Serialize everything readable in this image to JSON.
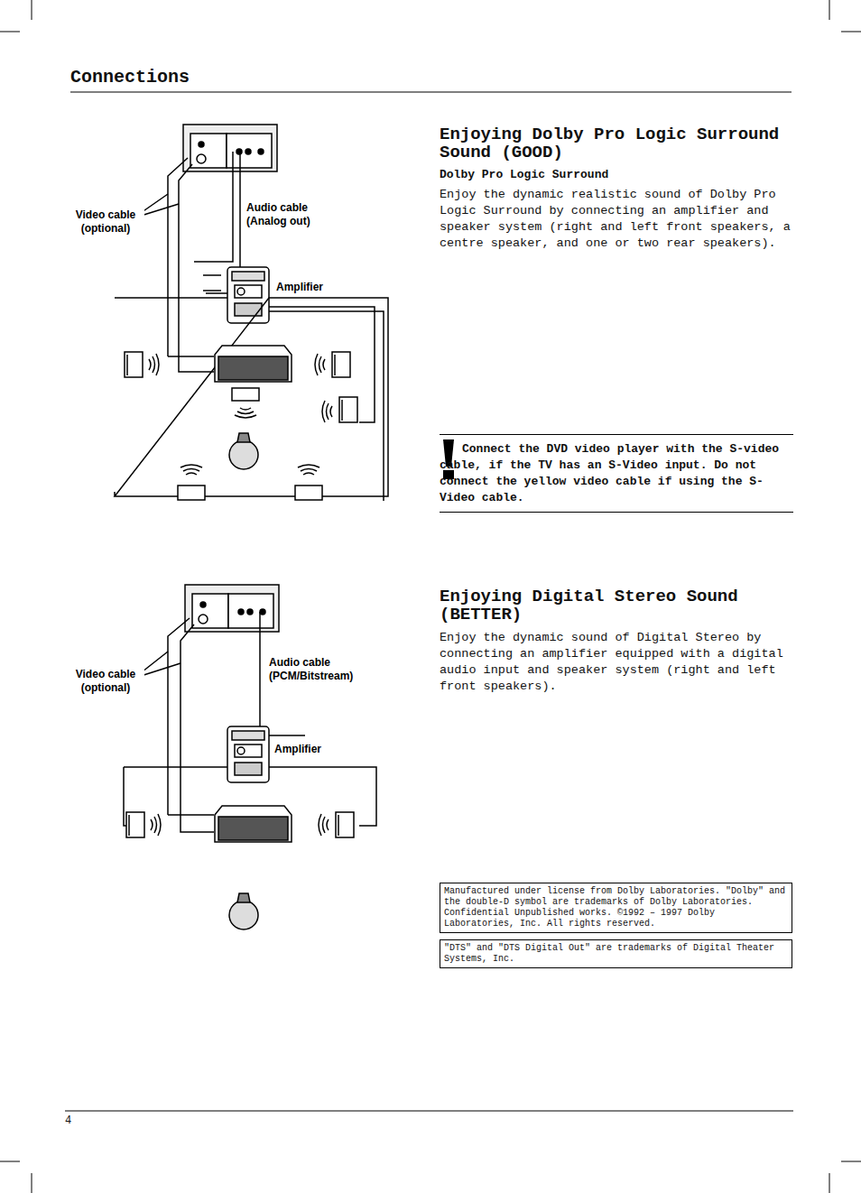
{
  "diagram": {
    "title": "Connections",
    "nodes": [
      {
        "text": [
          "Connect the DVD video player with the S-video cable, if the TV has an S-Video input. Do not connect the yellow video cable if using the S-Video cable."
        ]
      },
      {
        "text": [
          "Manufactured under license from Dolby Laboratories. \"Dolby\" and the double-D symbol are trademarks of Dolby Laboratories. Confidential Unpublished works. ©1992 – 1997 Dolby Laboratories, Inc. All rights reserved."
        ]
      },
      {
        "text": [
          "\"DTS\" and \"DTS Digital Out\" are trademarks of Digital Theater Systems, Inc."
        ]
      }
    ],
    "labels": [
      "Video cable (optional)",
      "Audio cable (Analog out)",
      "Amplifier",
      "Enjoying Dolby Pro Logic Surround Sound (GOOD)",
      "Dolby Pro Logic Surround",
      "Enjoy the dynamic realistic sound of Dolby Pro Logic Surround by connecting an amplifier and speaker system (right and left front speakers, a centre speaker, and one or two rear speakers).",
      "Video cable (optional)",
      "Audio cable (PCM/Bitstream)",
      "Amplifier",
      "Enjoying Digital Stereo Sound (BETTER)",
      "Enjoy the dynamic sound of Digital Stereo by connecting an amplifier equipped with a digital audio input and speaker system (right and left front speakers).",
      "4"
    ]
  }
}
